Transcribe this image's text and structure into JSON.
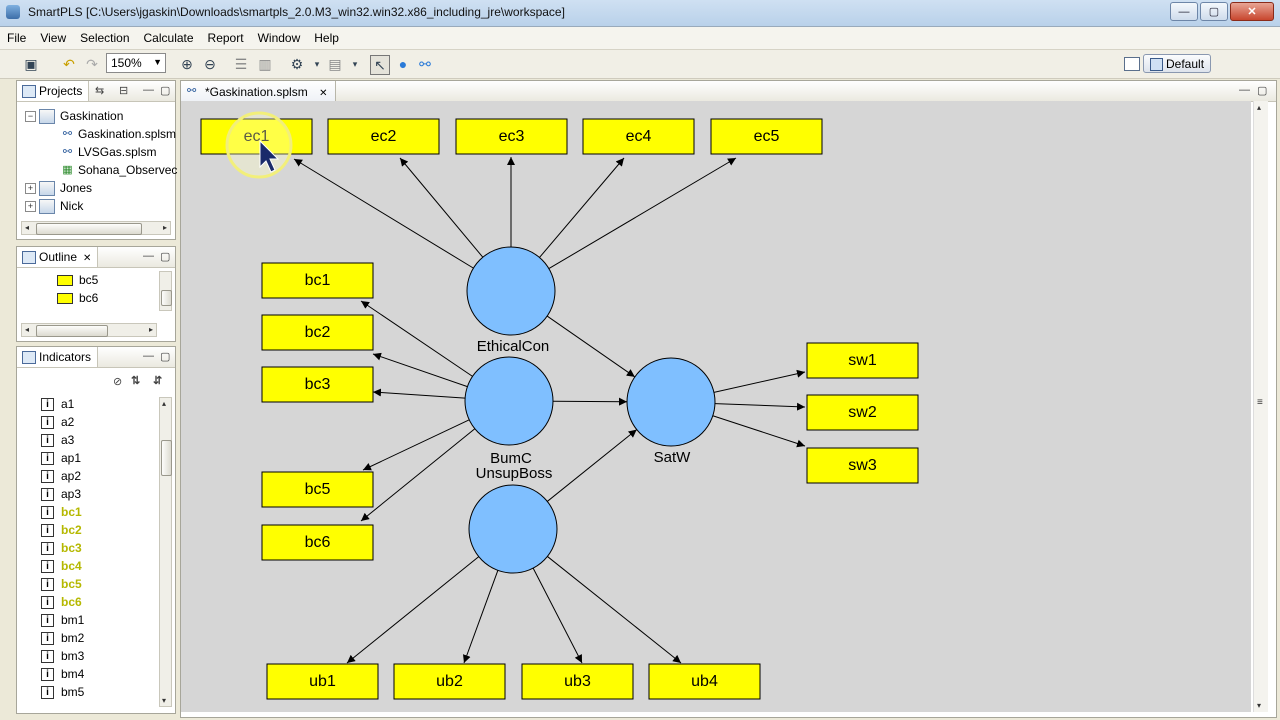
{
  "window": {
    "title": "SmartPLS [C:\\Users\\jgaskin\\Downloads\\smartpls_2.0.M3_win32.win32.x86_including_jre\\workspace]",
    "minimize": "—",
    "maximize": "▢",
    "close": "✕"
  },
  "menu": [
    "File",
    "View",
    "Selection",
    "Calculate",
    "Report",
    "Window",
    "Help"
  ],
  "toolbar": {
    "zoom_value": "150%",
    "perspective_label": "Default",
    "icons": [
      "save-icon",
      "undo-icon",
      "redo-icon",
      "zoom-in-icon",
      "zoom-out-icon",
      "layout-icon",
      "fit-icon",
      "calculate-icon",
      "report-icon",
      "select-tool-icon",
      "construct-tool-icon",
      "connect-tool-icon",
      "open-perspective-icon"
    ]
  },
  "projects_view": {
    "tab_label": "Projects",
    "tree": [
      {
        "label": "Gaskination",
        "expander": "−",
        "level": 0,
        "type": "project"
      },
      {
        "label": "Gaskination.splsm",
        "level": 1,
        "type": "model"
      },
      {
        "label": "LVSGas.splsm",
        "level": 1,
        "type": "model"
      },
      {
        "label": "Sohana_Observec",
        "level": 1,
        "type": "data"
      },
      {
        "label": "Jones",
        "expander": "+",
        "level": 0,
        "type": "project"
      },
      {
        "label": "Nick",
        "expander": "+",
        "level": 0,
        "type": "project"
      }
    ]
  },
  "outline_view": {
    "tab_label": "Outline",
    "items": [
      "bc5",
      "bc6"
    ]
  },
  "indicators_view": {
    "tab_label": "Indicators",
    "items": [
      {
        "label": "a1",
        "highlight": false
      },
      {
        "label": "a2",
        "highlight": false
      },
      {
        "label": "a3",
        "highlight": false
      },
      {
        "label": "ap1",
        "highlight": false
      },
      {
        "label": "ap2",
        "highlight": false
      },
      {
        "label": "ap3",
        "highlight": false
      },
      {
        "label": "bc1",
        "highlight": true
      },
      {
        "label": "bc2",
        "highlight": true
      },
      {
        "label": "bc3",
        "highlight": true
      },
      {
        "label": "bc4",
        "highlight": true
      },
      {
        "label": "bc5",
        "highlight": true
      },
      {
        "label": "bc6",
        "highlight": true
      },
      {
        "label": "bm1",
        "highlight": false
      },
      {
        "label": "bm2",
        "highlight": false
      },
      {
        "label": "bm3",
        "highlight": false
      },
      {
        "label": "bm4",
        "highlight": false
      },
      {
        "label": "bm5",
        "highlight": false
      }
    ]
  },
  "editor": {
    "tab_label": "*Gaskination.splsm"
  },
  "diagram": {
    "indicator_color": "#ffff00",
    "construct_color": "#7fbfff",
    "constructs": [
      {
        "id": "ethicalcon",
        "label": "EthicalCon"
      },
      {
        "id": "bumc",
        "label": "BumC UnsupBoss"
      },
      {
        "id": "satw",
        "label": "SatW"
      },
      {
        "id": "ub"
      }
    ],
    "indicators": {
      "ec": [
        "ec1",
        "ec2",
        "ec3",
        "ec4",
        "ec5"
      ],
      "bc": [
        "bc1",
        "bc2",
        "bc3",
        "bc5",
        "bc6"
      ],
      "sw": [
        "sw1",
        "sw2",
        "sw3"
      ],
      "ub": [
        "ub1",
        "ub2",
        "ub3",
        "ub4"
      ]
    }
  }
}
